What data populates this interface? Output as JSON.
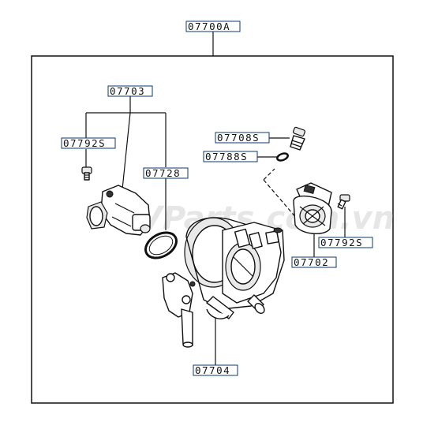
{
  "diagram": {
    "assembly_label": "07700A",
    "labels": {
      "idle_control_valve": "07703",
      "bolt_left": "07792S",
      "o_ring": "07728",
      "plug": "07708S",
      "small_o_ring": "07788S",
      "bolt_right": "07792S",
      "position_sensor": "07702",
      "throttle_body": "07704"
    },
    "watermark": "VParts.com.vn"
  }
}
